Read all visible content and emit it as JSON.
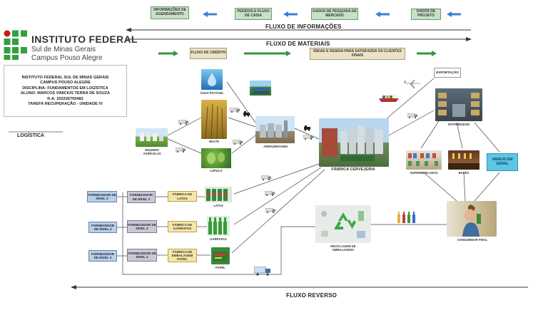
{
  "flow": {
    "info": [
      "INFORMAÇÕES DE AGENDAMENTO",
      "PEDIDOS E FLUXO DE CAIXA",
      "DADOS DE PESQUISA DE MERCADO",
      "DADOS DE PROJETO"
    ],
    "info_title": "FLUXO DE INFORMAÇÕES",
    "material_title": "FLUXO DE MATERIAIS",
    "credit": "FLUXO DE CRÉDITO",
    "ideas": "IDEIAS E DESIGN PARA SATISFAZER OS CLIENTES FINAIS",
    "reverse_title": "FLUXO REVERSO"
  },
  "logo": {
    "name": "INSTITUTO FEDERAL",
    "sub1": "Sul de Minas Gerais",
    "sub2": "Campus Pouso Alegre"
  },
  "info_card": {
    "lines": [
      "INSTITUTO FEDERAL SUL DE MINAS GERAIS",
      "CAMPUS POUSO ALEGRE",
      "DISCIPLINA: FUNDAMENTOS EM LOGÍSTICA",
      "ALUNO: MARCOS VINICIUS TERRA DE SOUZA",
      "R.A: 202226750482",
      "TAREFA RECUPERAÇÃO - UNIDADE IV"
    ]
  },
  "logistica": "LOGÍSTICA",
  "labels": {
    "agua": "ÁGUA POTÁVEL",
    "malte": "MALTE",
    "lupulo": "LÚPULO",
    "insumos": "INSUMOS AGRÍCOLAS",
    "armazenagem": "ARMAZENAGEM",
    "fabrica": "FÁBRICA CERVEJEIRA",
    "exportacao": "EXPORTAÇÃO",
    "distribuidor": "DISTRIBUIDOR",
    "supermercados": "SUPERMERCADOS",
    "bares": "BARES",
    "varejo": "VAREJO EM GERAL",
    "consumidor": "CONSUMIDOR FINAL",
    "reciclagem": "RECICLAGEM DE EMBALAGENS",
    "latas": "LATAS",
    "garrafas": "GARRAFAS",
    "papel": "PAPEL"
  },
  "suppliers": {
    "n3": [
      "FORNECEDOR DE NÍVEL 3",
      "FORNECEDOR DE NÍVEL 3",
      "FORNECEDOR DE NÍVEL 3"
    ],
    "n2": [
      "FORNECEDOR DE NÍVEL 2",
      "FORNECEDOR DE NÍVEL 2",
      "FORNECEDOR DE NÍVEL 2"
    ],
    "factories": [
      "FÁBRICA DE LATAS",
      "FÁBRICA DE GARRAFAS",
      "FÁBRICA DE EMBALAGEM PAPEL"
    ]
  },
  "colors": {
    "arrow_blue": "#3a7fd6",
    "arrow_green": "#2e9a3a",
    "logo_green": "#32a041",
    "logo_red": "#c8191e"
  }
}
